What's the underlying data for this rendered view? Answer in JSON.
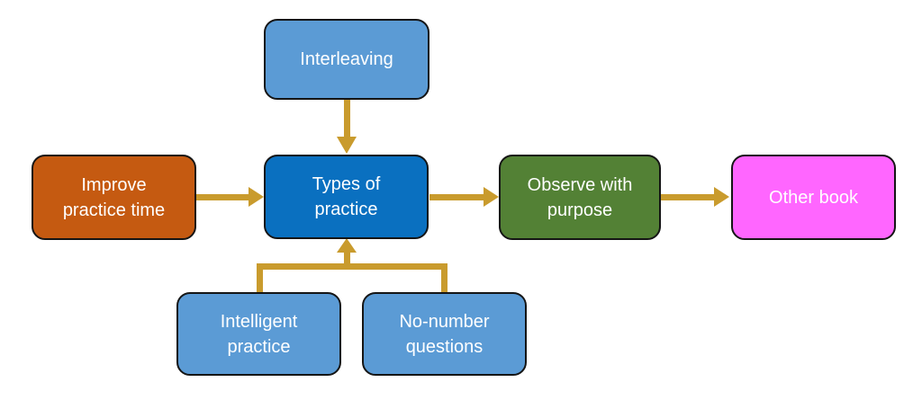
{
  "diagram": {
    "type": "flowchart",
    "background": "#ffffff",
    "arrow_color": "#C99B2D",
    "border_color": "#151515",
    "text_color": "#ffffff",
    "nodes": {
      "interleaving": {
        "label": "Interleaving",
        "lines": [
          "Interleaving"
        ],
        "fill": "#5B9BD5"
      },
      "improve_practice_time": {
        "label": "Improve practice time",
        "lines": [
          "Improve",
          "practice time"
        ],
        "fill": "#C55A11"
      },
      "types_of_practice": {
        "label": "Types of practice",
        "lines": [
          "Types of",
          "practice"
        ],
        "fill": "#0A70C0"
      },
      "observe_with_purpose": {
        "label": "Observe with purpose",
        "lines": [
          "Observe with",
          "purpose"
        ],
        "fill": "#538135"
      },
      "other_book": {
        "label": "Other book",
        "lines": [
          "Other book"
        ],
        "fill": "#FF66FF"
      },
      "intelligent_practice": {
        "label": "Intelligent practice",
        "lines": [
          "Intelligent",
          "practice"
        ],
        "fill": "#5B9BD5"
      },
      "no_number_questions": {
        "label": "No-number questions",
        "lines": [
          "No-number",
          "questions"
        ],
        "fill": "#5B9BD5"
      }
    },
    "edges": [
      {
        "from": "improve_practice_time",
        "to": "types_of_practice",
        "style": "straight-arrow"
      },
      {
        "from": "interleaving",
        "to": "types_of_practice",
        "style": "straight-arrow"
      },
      {
        "from": "types_of_practice",
        "to": "observe_with_purpose",
        "style": "straight-arrow"
      },
      {
        "from": "observe_with_purpose",
        "to": "other_book",
        "style": "straight-arrow"
      },
      {
        "from": "intelligent_practice",
        "to": "types_of_practice",
        "style": "elbow-arrow"
      },
      {
        "from": "no_number_questions",
        "to": "types_of_practice",
        "style": "elbow-arrow"
      }
    ]
  }
}
